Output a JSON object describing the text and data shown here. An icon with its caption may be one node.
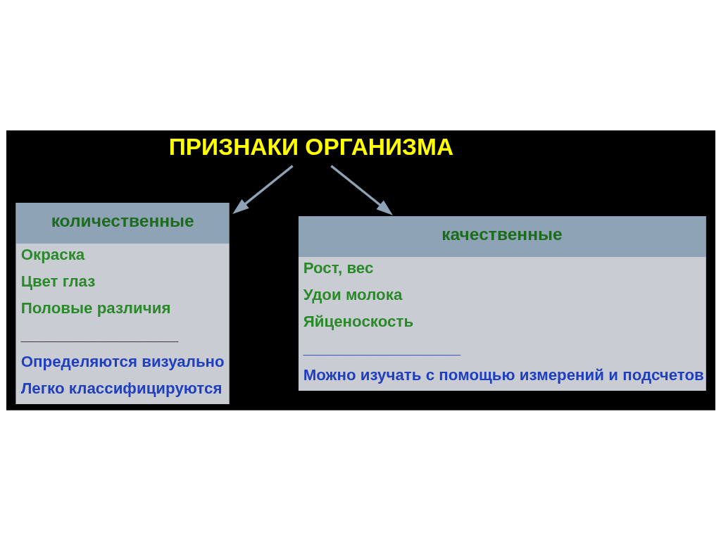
{
  "diagram": {
    "nodes": [
      {
        "text": [
          "ПРИЗНАКИ ОРГАНИЗМА"
        ]
      },
      {
        "text": [
          "количественные",
          "Окраска",
          "Цвет глаз",
          "Половые различия",
          "__________________",
          "Определяются визуально",
          "Легко классифицируются"
        ]
      },
      {
        "text": [
          "качественные",
          "Рост, вес",
          "Удои молока",
          "Яйценоскость",
          "__________________",
          "Можно изучать с помощью измерений и подсчетов"
        ]
      }
    ],
    "edges": [
      {
        "from": 0,
        "to": 1,
        "arrow": "to"
      },
      {
        "from": 0,
        "to": 2,
        "arrow": "to"
      }
    ]
  }
}
